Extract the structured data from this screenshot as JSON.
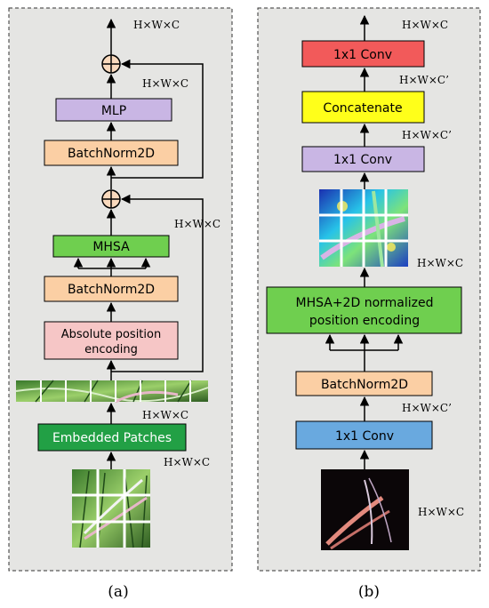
{
  "panel_a": {
    "caption": "(a)",
    "blocks": {
      "mlp": "MLP",
      "batchnorm_top": "BatchNorm2D",
      "mhsa": "MHSA",
      "batchnorm_bottom": "BatchNorm2D",
      "abs_pos_line1": "Absolute position",
      "abs_pos_line2": "encoding",
      "embedded_patches": "Embedded Patches"
    },
    "dims": {
      "output": "H×W×C",
      "after_add1": "H×W×C",
      "residual_skip": "H×W×C",
      "after_patches": "H×W×C",
      "input": "H×W×C"
    },
    "colors": {
      "mlp": "#c9b6e4",
      "batchnorm": "#fbcfa4",
      "mhsa": "#6fcf4f",
      "abs_pos": "#f6c6c6",
      "embedded_patches": "#22a045"
    }
  },
  "panel_b": {
    "caption": "(b)",
    "blocks": {
      "conv_top": "1x1 Conv",
      "concatenate": "Concatenate",
      "conv_mid": "1x1 Conv",
      "mhsa_line1": "MHSA+2D normalized",
      "mhsa_line2": "position encoding",
      "batchnorm": "BatchNorm2D",
      "conv_bottom": "1x1 Conv"
    },
    "dims": {
      "output": "H×W×C",
      "after_concat": "H×W×C’",
      "after_conv_mid": "H×W×C’",
      "after_mhsa": "H×W×C",
      "after_conv_bottom": "H×W×C’",
      "input": "H×W×C"
    },
    "colors": {
      "conv_top": "#f25a5a",
      "concatenate": "#ffff1a",
      "conv_mid": "#c9b6e4",
      "mhsa": "#6fcf4f",
      "batchnorm": "#fbcfa4",
      "conv_bottom": "#69a9df"
    }
  }
}
